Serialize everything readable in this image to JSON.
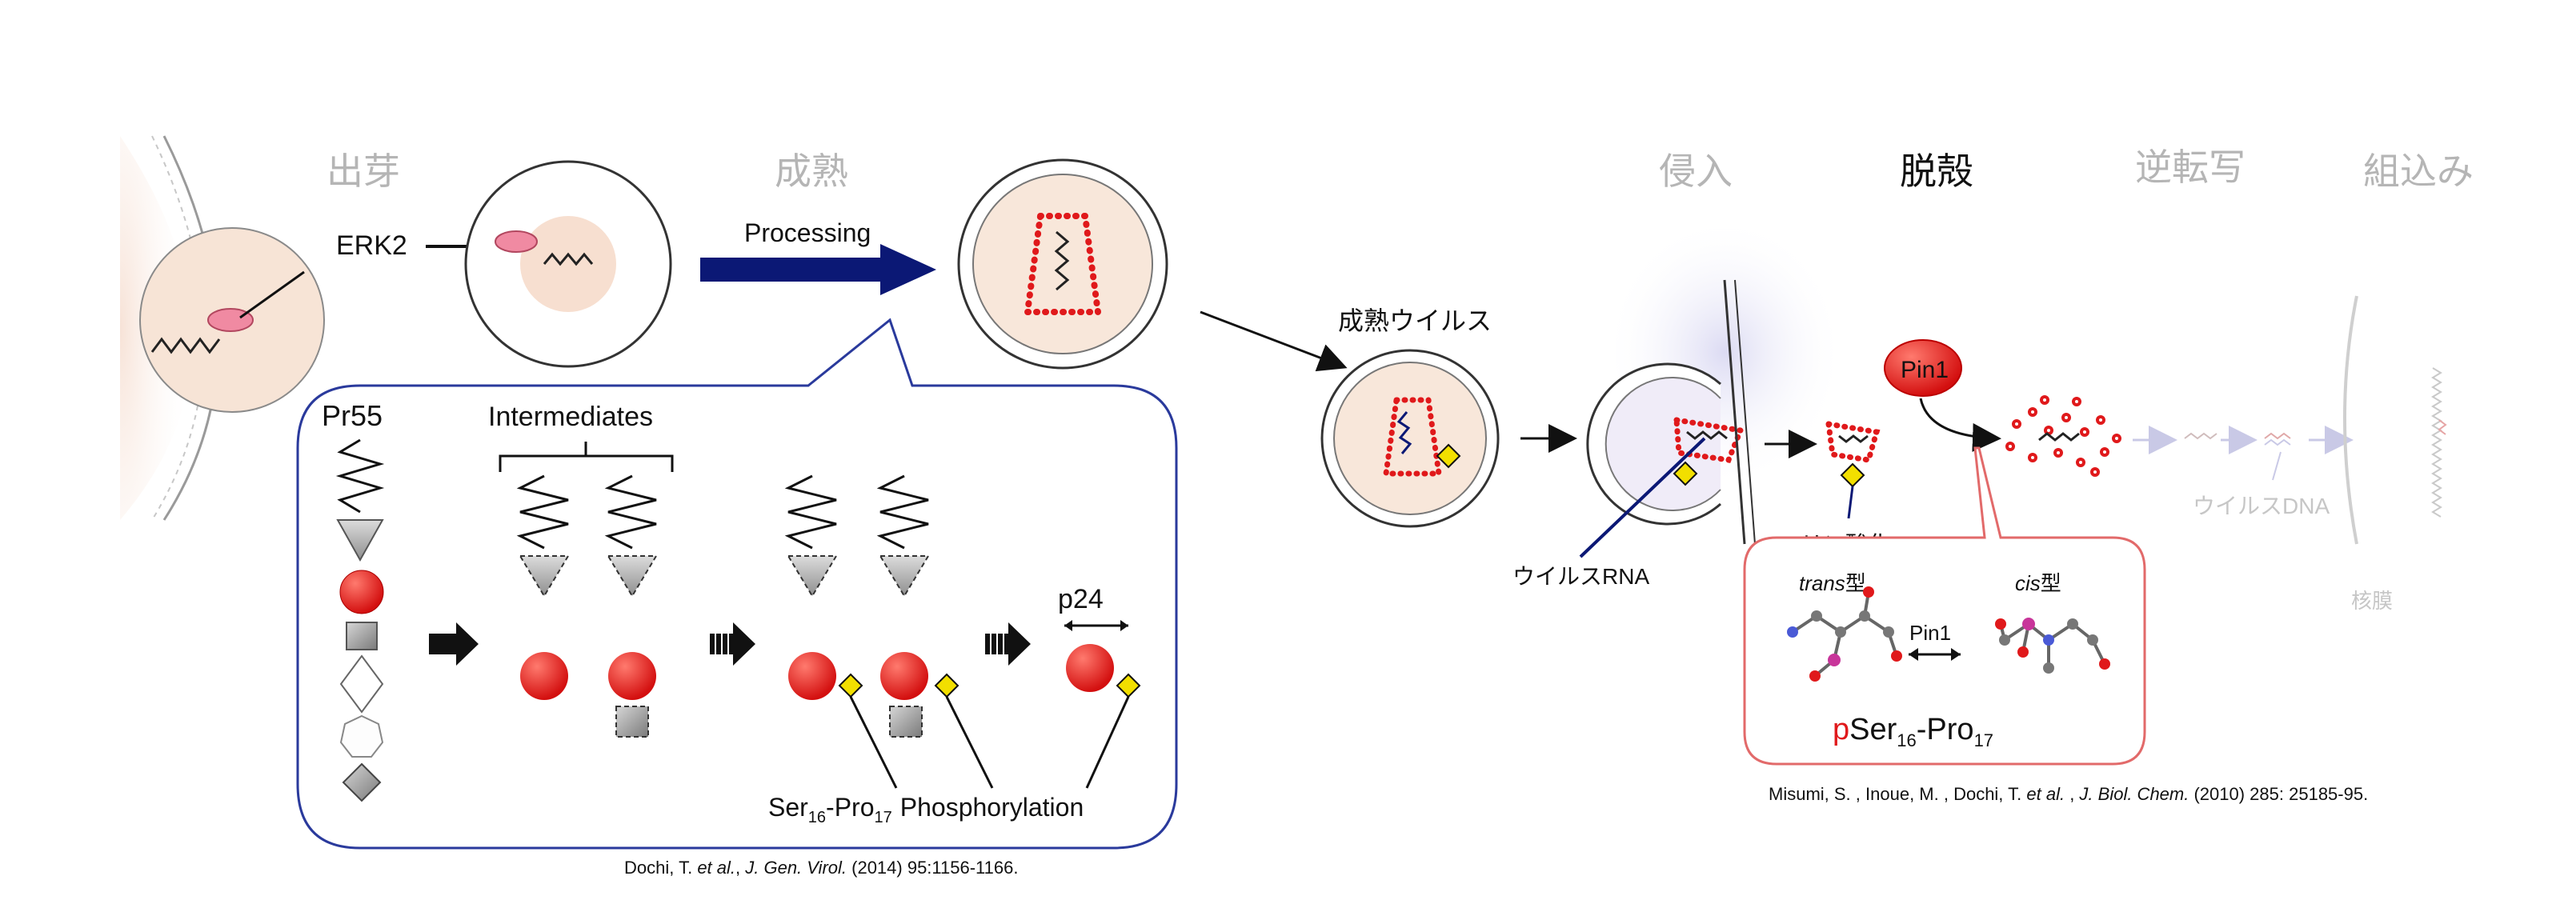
{
  "stages": {
    "budding": "出芽",
    "maturation": "成熟",
    "entry": "侵入",
    "uncoating": "脱殻",
    "reverse_transcription": "逆転写",
    "integration": "組込み"
  },
  "labels": {
    "erk2": "ERK2",
    "processing": "Processing",
    "pr55": "Pr55",
    "intermediates": "Intermediates",
    "p24": "p24",
    "phosphorylation": "Phosphorylation",
    "ser_pro_base": "Ser",
    "ser_sub": "16",
    "pro_base": "-Pro",
    "pro_sub": "17",
    "mature_virus": "成熟ウイルス",
    "viral_rna": "ウイルスRNA",
    "phosphorylated": "リン酸化",
    "pin1": "Pin1",
    "viral_dna": "ウイルスDNA",
    "nuclear_membrane": "核膜",
    "trans_form_italic": "trans",
    "trans_form_suffix": "型",
    "cis_form_italic": "cis",
    "cis_form_suffix": "型",
    "pin1_small": "Pin1",
    "pser_p": "p",
    "pser_rest": "Ser"
  },
  "citations": {
    "left": {
      "authors": "Dochi, T. ",
      "etal": "et al.",
      "sep": ", ",
      "journal": "J. Gen. Virol.",
      "rest": " (2014) 95:1156-1166."
    },
    "right": {
      "authors": "Misumi, S. , Inoue, M. , Dochi, T. ",
      "etal": "et al.",
      "sep": " , ",
      "journal": "J. Biol. Chem.",
      "rest": " (2010) 285: 25185-95."
    }
  },
  "colors": {
    "red": "#e0191b",
    "navy": "#0b1875",
    "yellow": "#f2df00",
    "pink": "#f08aa2",
    "capsid_fill": "#f8e7da",
    "faded": "#c6c6c6",
    "box_border_left": "#2a3a9c",
    "box_border_right": "#e26a6a"
  }
}
